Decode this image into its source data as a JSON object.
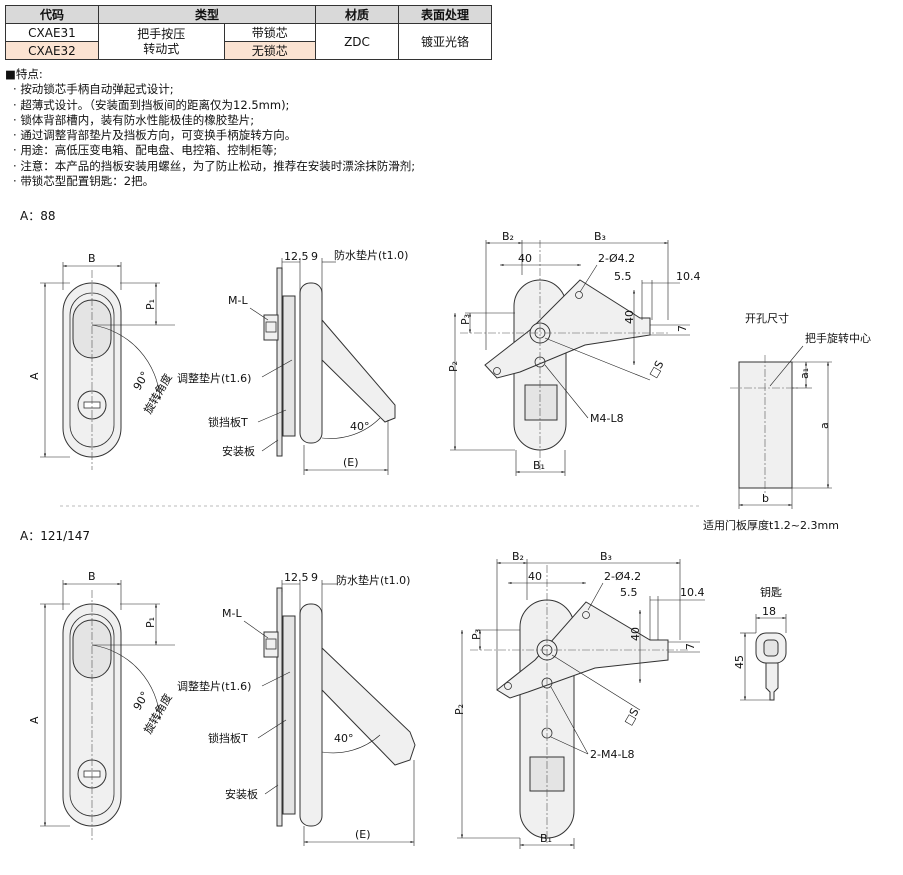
{
  "table": {
    "headers": [
      "代码",
      "类型",
      "材质",
      "表面处理"
    ],
    "rows": [
      {
        "code": "CXAE31",
        "type_a": "把手按压转动式",
        "type_b": "带锁芯",
        "material": "ZDC",
        "finish": "镀亚光铬"
      },
      {
        "code": "CXAE32",
        "type_b": "无锁芯"
      }
    ],
    "type_a_line1": "把手按压",
    "type_a_line2": "转动式"
  },
  "features": {
    "title": "■特点:",
    "items": [
      "按动锁芯手柄自动弹起式设计;",
      "超薄式设计。（安装面到挡板间的距离仅为12.5mm);",
      "锁体背部槽内，装有防水性能极佳的橡胶垫片;",
      "通过调整背部垫片及挡板方向，可变换手柄旋转方向。",
      "用途：高低压变电箱、配电盘、电控箱、控制柜等;",
      "注意：本产品的挡板安装用螺丝，为了防止松动，推荐在安装时漂涂抹防滑剂;",
      "带锁芯型配置钥匙：2把。"
    ]
  },
  "section1_label": "A：88",
  "section2_label": "A：121/147",
  "drawing1": {
    "front": {
      "B": "B",
      "A": "A",
      "P1": "P₁",
      "angle": "90°",
      "angle_label": "旋转角度"
    },
    "side": {
      "d12_5": "12.5",
      "d9": "9",
      "gasket": "防水垫片(t1.0)",
      "ml": "M-L",
      "adj": "调整垫片(t1.6)",
      "stop": "锁挡板T",
      "plate": "安装板",
      "e": "(E)",
      "angle": "40°"
    },
    "back": {
      "b2": "B₂",
      "b3": "B₃",
      "d40": "40",
      "hole": "2-Ø4.2",
      "d5_5": "5.5",
      "d10_4": "10.4",
      "p3": "P₃",
      "p2": "P₂",
      "d40v": "40",
      "d7": "7",
      "s": "□S",
      "m4": "M4-L8",
      "b1": "B₁"
    }
  },
  "cutout": {
    "title": "开孔尺寸",
    "center": "把手旋转中心",
    "a1": "a₁",
    "a": "a",
    "b": "b",
    "note": "适用门板厚度t1.2~2.3mm"
  },
  "drawing2": {
    "front": {
      "B": "B",
      "A": "A",
      "P1": "P₁",
      "angle": "90°",
      "angle_label": "旋转角度"
    },
    "side": {
      "d12_5": "12.5",
      "d9": "9",
      "gasket": "防水垫片(t1.0)",
      "ml": "M-L",
      "adj": "调整垫片(t1.6)",
      "stop": "锁挡板T",
      "plate": "安装板",
      "e": "(E)",
      "angle": "40°"
    },
    "back": {
      "b2": "B₂",
      "b3": "B₃",
      "d40": "40",
      "hole": "2-Ø4.2",
      "d5_5": "5.5",
      "d10_4": "10.4",
      "p3": "P₃",
      "p2": "P₂",
      "d40v": "40",
      "d7": "7",
      "s": "□S",
      "m4": "2-M4-L8",
      "b1": "B₁"
    }
  },
  "key": {
    "title": "钥匙",
    "w": "18",
    "h": "45"
  }
}
